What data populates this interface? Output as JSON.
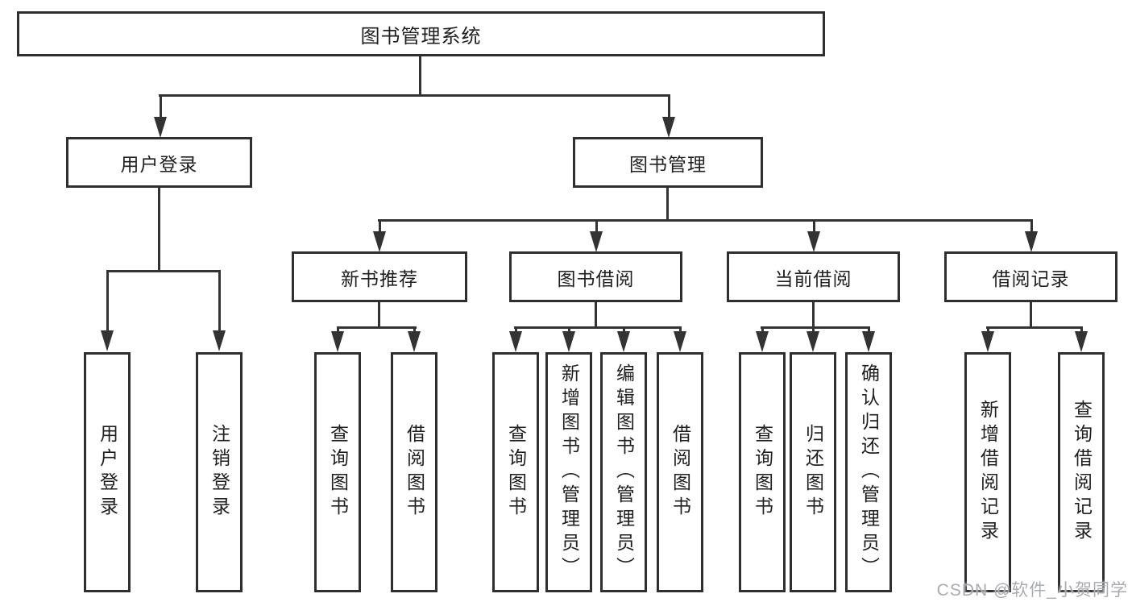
{
  "watermark": {
    "text": "CSDN @软件_小贺同学"
  },
  "colors": {
    "line": "#333333",
    "border": "#2f2f2f",
    "text": "#1f1f1f",
    "watermark": "#a8abaf",
    "background": "#ffffff"
  },
  "diagram": {
    "root": {
      "label": "图书管理系统"
    },
    "branches": [
      {
        "label": "用户登录",
        "children": [
          {
            "label": "用户登录"
          },
          {
            "label": "注销登录"
          }
        ]
      },
      {
        "label": "图书管理",
        "children": [
          {
            "label": "新书推荐",
            "children": [
              {
                "label": "查询图书"
              },
              {
                "label": "借阅图书"
              }
            ]
          },
          {
            "label": "图书借阅",
            "children": [
              {
                "label": "查询图书"
              },
              {
                "label": "新增图书（管理员）"
              },
              {
                "label": "编辑图书（管理员）"
              },
              {
                "label": "借阅图书"
              }
            ]
          },
          {
            "label": "当前借阅",
            "children": [
              {
                "label": "查询图书"
              },
              {
                "label": "归还图书"
              },
              {
                "label": "确认归还（管理员）"
              }
            ]
          },
          {
            "label": "借阅记录",
            "children": [
              {
                "label": "新增借阅记录"
              },
              {
                "label": "查询借阅记录"
              }
            ]
          }
        ]
      }
    ]
  }
}
